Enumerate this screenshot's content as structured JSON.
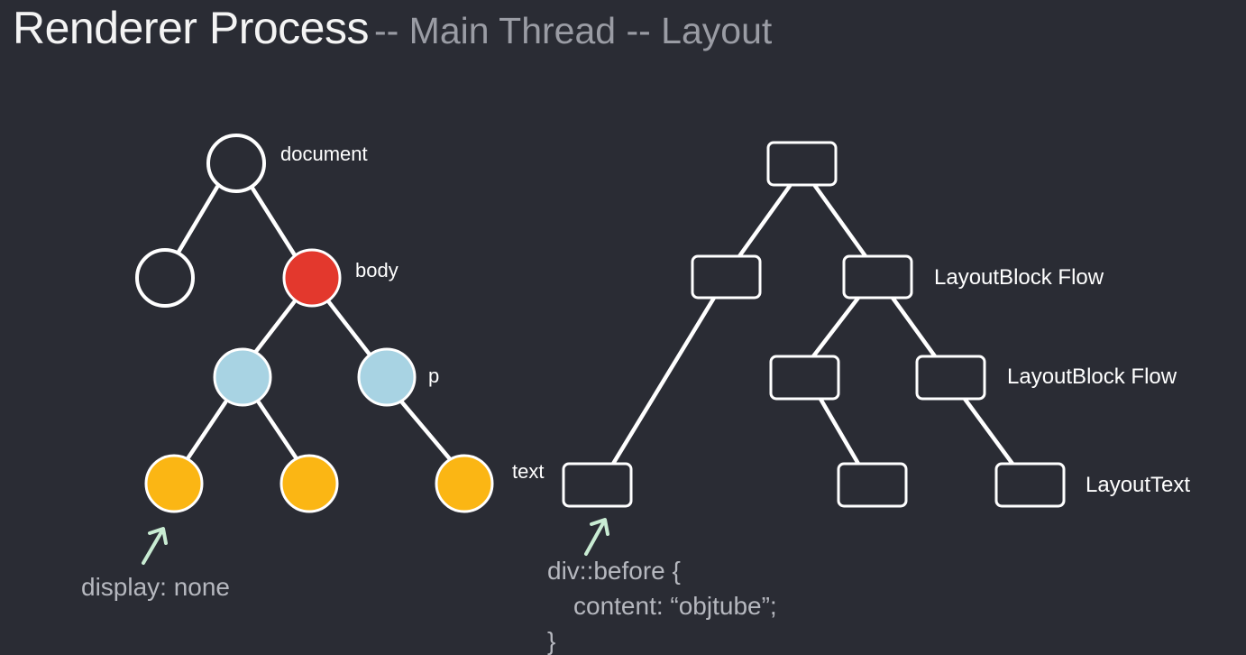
{
  "title": {
    "main": "Renderer Process",
    "sub": "-- Main Thread -- Layout"
  },
  "dom_tree": {
    "labels": {
      "document": "document",
      "body": "body",
      "p": "p",
      "text": "text"
    },
    "colors": {
      "outline": "#ffffff",
      "empty_fill": "#2a2c34",
      "body_fill": "#e3382d",
      "element_fill": "#a8d3e3",
      "text_fill": "#fbb614"
    },
    "annotation": "display: none"
  },
  "layout_tree": {
    "labels": {
      "block_flow_1": "LayoutBlock Flow",
      "block_flow_2": "LayoutBlock Flow",
      "layout_text": "LayoutText"
    },
    "code": {
      "line1": "div::before {",
      "line2": "content: “objtube”;",
      "line3": "}"
    }
  },
  "colors": {
    "background": "#2a2c34",
    "title": "#f4f4f4",
    "subtitle": "#9a9ca4",
    "annotation_arrow": "#c9ecd3",
    "caption": "#b6b8bf"
  }
}
